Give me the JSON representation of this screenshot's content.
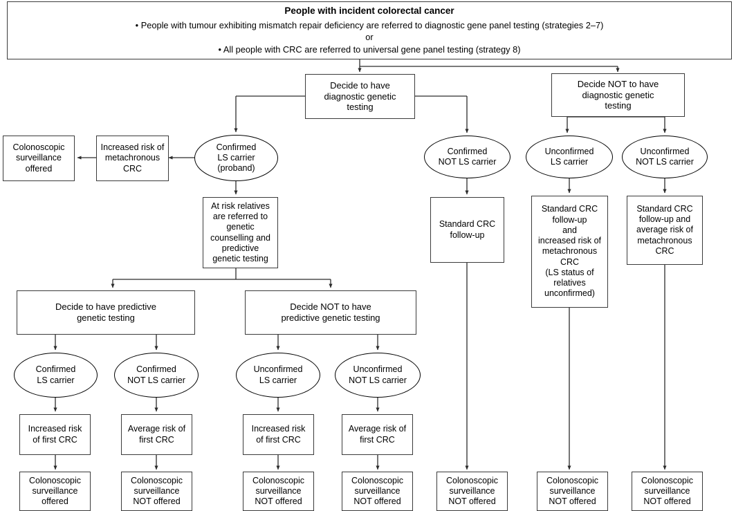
{
  "diagram": {
    "title": "People with incident colorectal cancer",
    "header": {
      "title": "People with incident colorectal cancer",
      "body": "• People with tumour exhibiting mismatch repair deficiency are referred to diagnostic gene panel testing (strategies 2–7)\nor\n• All people with CRC are referred to universal gene panel testing (strategy 8)"
    },
    "nodes": {
      "decide_diagnostic_yes": "Decide to have\ndiagnostic genetic\ntesting",
      "decide_diagnostic_no": "Decide NOT to have\ndiagnostic genetic\ntesting",
      "confirmed_ls_proband": "Confirmed\nLS carrier\n(proband)",
      "confirmed_not_ls_diag": "Confirmed\nNOT LS carrier",
      "unconfirmed_ls_diag": "Unconfirmed\nLS carrier",
      "unconfirmed_not_ls_diag": "Unconfirmed\nNOT LS carrier",
      "increased_risk_metachronous": "Increased risk of\nmetachronous\nCRC",
      "colonoscopic_offered_top": "Colonoscopic\nsurveillance\noffered",
      "at_risk_relatives": "At risk relatives\nare referred to\ngenetic\ncounselling and\npredictive\ngenetic testing",
      "standard_crc_followup": "Standard CRC\nfollow-up",
      "standard_crc_increased": "Standard CRC\nfollow-up\nand\nincreased risk of\nmetachronous\nCRC\n(LS status of\nrelatives\nunconfirmed)",
      "standard_crc_average": "Standard CRC\nfollow-up  and\naverage risk of\nmetachronous\nCRC",
      "decide_predictive_yes": "Decide to have predictive\ngenetic testing",
      "decide_predictive_no": "Decide NOT to have\npredictive genetic testing",
      "confirmed_ls_pred": "Confirmed\nLS carrier",
      "confirmed_not_ls_pred": "Confirmed\nNOT LS carrier",
      "unconfirmed_ls_pred": "Unconfirmed\nLS carrier",
      "unconfirmed_not_ls_pred": "Unconfirmed\nNOT LS carrier",
      "increased_first_crc_1": "Increased risk\nof first CRC",
      "average_first_crc_1": "Average risk of\nfirst CRC",
      "increased_first_crc_2": "Increased risk\nof first CRC",
      "average_first_crc_2": "Average risk of\nfirst CRC",
      "colonoscopic_offered_1": "Colonoscopic\nsurveillance\noffered",
      "colonoscopic_not_offered_1": "Colonoscopic\nsurveillance\nNOT offered",
      "colonoscopic_not_offered_2": "Colonoscopic\nsurveillance\nNOT offered",
      "colonoscopic_not_offered_3": "Colonoscopic\nsurveillance\nNOT offered",
      "colonoscopic_not_offered_4": "Colonoscopic\nsurveillance\nNOT offered",
      "colonoscopic_not_offered_5": "Colonoscopic\nsurveillance\nNOT offered",
      "colonoscopic_not_offered_6": "Colonoscopic\nsurveillance\nNOT offered"
    },
    "colors": {
      "line": "#3a3a3a",
      "text": "#000000",
      "background": "#ffffff"
    }
  }
}
